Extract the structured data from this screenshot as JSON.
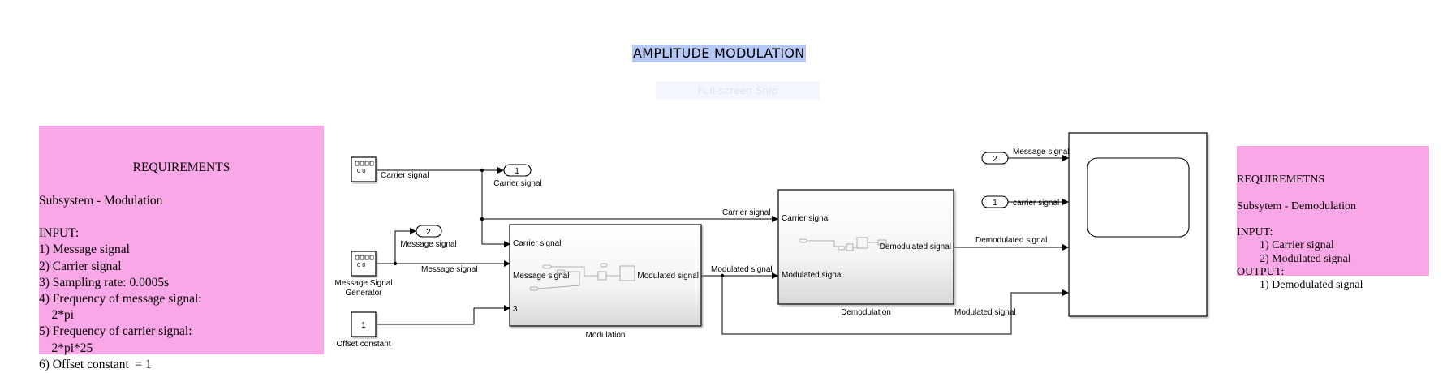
{
  "header": {
    "title": "AMPLITUDE MODULATION",
    "fullscreen_label": "Full-screen Snip"
  },
  "notes": {
    "left": {
      "title": "REQUIREMENTS",
      "body": "\nSubsystem - Modulation\n\nINPUT:\n1) Message signal\n2) Carrier signal\n3) Sampling rate: 0.0005s\n4) Frequency of message signal:\n    2*pi\n5) Frequency of carrier signal:\n    2*pi*25\n6) Offset constant  = 1"
    },
    "right": {
      "body": "REQUIREMETNS\n\nSubsytem - Demodulation\n\nINPUT:\n        1) Carrier signal\n        2) Modulated signal\nOUTPUT:\n        1) Demodulated signal"
    }
  },
  "blocks": {
    "carrier_source": {
      "label": ""
    },
    "message_source": {
      "label": "Message Signal\nGenerator",
      "label_line1": "Message Signal",
      "label_line2": "Generator"
    },
    "offset_constant": {
      "value": "1",
      "label": "Offset constant"
    },
    "goto_carrier": {
      "value": "1",
      "label": "Carrier signal"
    },
    "goto_message": {
      "value": "2",
      "label": "Message signal"
    },
    "from_message": {
      "value": "2"
    },
    "from_carrier": {
      "value": "1"
    },
    "modulation": {
      "label": "Modulation",
      "ports_in": [
        "Carrier signal",
        "Message signal",
        "3"
      ],
      "port_out": "Modulated signal"
    },
    "demodulation": {
      "label": "Demodulation",
      "ports_in": [
        "Carrier signal",
        "Modulated signal"
      ],
      "port_out": "Demodulated signal"
    },
    "scope": {
      "label": ""
    }
  },
  "signals": {
    "carrier_out": "Carrier signal",
    "message_out": "Message signal",
    "carrier_to_demod": "Carrier signal",
    "mod_out": "Modulated signal",
    "demod_out": "Demodulated signal",
    "from_message_line": "Message signal",
    "from_carrier_line": "carrier signal",
    "mod_to_scope": "Modulated signal"
  },
  "colors": {
    "title_highlight": "#b6c8f5",
    "annotation_bg": "#f9a7e6",
    "line": "#000000"
  }
}
